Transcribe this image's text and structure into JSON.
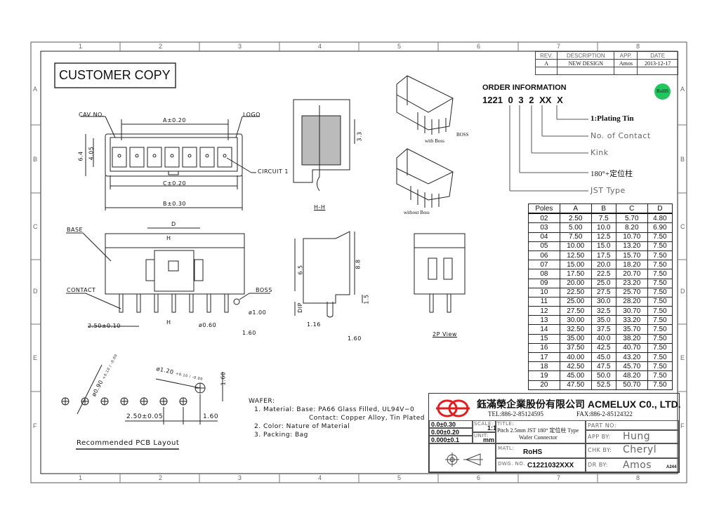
{
  "customer_copy": "CUSTOMER COPY",
  "grid": {
    "columns": [
      "1",
      "2",
      "3",
      "4",
      "5",
      "6",
      "7",
      "8"
    ],
    "rows": [
      "A",
      "B",
      "C",
      "D",
      "E",
      "F"
    ]
  },
  "revision": {
    "headers": [
      "REV.",
      "DESCRIPTION",
      "APP.",
      "DATE"
    ],
    "rows": [
      [
        "A",
        "NEW DESIGN",
        "Amos",
        "2013-12-17"
      ]
    ]
  },
  "order_info": {
    "title": "ORDER INFORMATION",
    "code": [
      "1221",
      "0",
      "3",
      "2",
      "XX",
      "X"
    ],
    "legend": [
      "1:Plating Tin",
      "No. of Contact",
      "Kink",
      "180°+定位柱",
      "JST Type"
    ],
    "rohs_badge": "RoHS",
    "rohs_color": "#22c55e"
  },
  "poles_table": {
    "headers": [
      "Poles",
      "A",
      "B",
      "C",
      "D"
    ],
    "rows": [
      [
        "02",
        "2.50",
        "7.5",
        "5.70",
        "4.80"
      ],
      [
        "03",
        "5.00",
        "10.0",
        "8.20",
        "6.90"
      ],
      [
        "04",
        "7.50",
        "12.5",
        "10.70",
        "7.50"
      ],
      [
        "05",
        "10.00",
        "15.0",
        "13.20",
        "7.50"
      ],
      [
        "06",
        "12.50",
        "17.5",
        "15.70",
        "7.50"
      ],
      [
        "07",
        "15.00",
        "20.0",
        "18.20",
        "7.50"
      ],
      [
        "08",
        "17.50",
        "22.5",
        "20.70",
        "7.50"
      ],
      [
        "09",
        "20.00",
        "25.0",
        "23.20",
        "7.50"
      ],
      [
        "10",
        "22.50",
        "27.5",
        "25.70",
        "7.50"
      ],
      [
        "11",
        "25.00",
        "30.0",
        "28.20",
        "7.50"
      ],
      [
        "12",
        "27.50",
        "32.5",
        "30.70",
        "7.50"
      ],
      [
        "13",
        "30.00",
        "35.0",
        "33.20",
        "7.50"
      ],
      [
        "14",
        "32.50",
        "37.5",
        "35.70",
        "7.50"
      ],
      [
        "15",
        "35.00",
        "40.0",
        "38.20",
        "7.50"
      ],
      [
        "16",
        "37.50",
        "42.5",
        "40.70",
        "7.50"
      ],
      [
        "17",
        "40.00",
        "45.0",
        "43.20",
        "7.50"
      ],
      [
        "18",
        "42.50",
        "47.5",
        "45.70",
        "7.50"
      ],
      [
        "19",
        "45.00",
        "50.0",
        "48.20",
        "7.50"
      ],
      [
        "20",
        "47.50",
        "52.5",
        "50.70",
        "7.50"
      ]
    ]
  },
  "drawing_labels": {
    "cav_no": "CAV NO.",
    "logo": "LOGO",
    "a_dim": "A±0.20",
    "c_dim": "C±0.20",
    "b_dim": "B±0.30",
    "circuit1": "CIRCUIT 1",
    "dim_64": "6.4",
    "dim_405": "4.05",
    "hh": "H-H",
    "dim_33": "3.3",
    "with_boss": "with Boss",
    "boss_top": "BOSS",
    "without_boss": "without Boss",
    "base": "BASE",
    "contact": "CONTACT",
    "d": "D",
    "h": "H",
    "boss": "BOSS",
    "phi100": "ø1.00",
    "phi060": "ø0.60",
    "pitch": "2.50±0.10",
    "dim_160": "1.60",
    "dim_65": "6.5",
    "dim_88": "8.8",
    "dip": "DIP",
    "dim_15": "1.5",
    "dim_116": "1.16",
    "dim_160b": "1.60",
    "view_2p": "2P View",
    "pcb_hole1": "ø0.90",
    "pcb_hole1_tol": "+0.10 / -0.00",
    "pcb_hole2": "ø1.20",
    "pcb_hole2_tol": "+0.10 / -0.00",
    "pcb_160v": "1.60",
    "pcb_pitch": "2.50±0.05",
    "pcb_160": "1.60",
    "pcb_title": "Recommended PCB Layout"
  },
  "notes": {
    "title": "WAFER:",
    "lines": [
      "1. Material: Base: PA66 Glass Filled, UL94V−0",
      "Contact: Copper Alloy, Tin Plated",
      "2. Color: Nature of Material",
      "3. Packing: Bag"
    ]
  },
  "title_block": {
    "company": "鈺滿榮企業股份有限公司 ACMELUX C0., LTD.",
    "tel": "TEL:886-2-85124595",
    "fax": "FAX:886-2-85124322",
    "tolerances": [
      "0.0±0.30",
      "0.00±0.20",
      "0.000±0.1"
    ],
    "scale_label": "SCALE:",
    "scale": "1:1",
    "unit_label": "UNIT:",
    "unit": "mm",
    "title_label": "TITLE:",
    "title_line1": "Pitch 2.5mm JST 180° 定位柱 Type",
    "title_line2": "Wafer Connector",
    "part_no_label": "PART NO:",
    "app_by_label": "APP BY:",
    "app_by": "Hung",
    "chk_by_label": "CHK BY:",
    "chk_by": "Cheryl",
    "dr_by_label": "DR BY:",
    "dr_by": "Amos",
    "matl_label": "MATL:",
    "matl": "RoHS",
    "dwg_label": "DWG. NO.",
    "dwg_no": "C1221032XXX",
    "sheet_size": "A244",
    "logo_color": "#e11d1d"
  }
}
